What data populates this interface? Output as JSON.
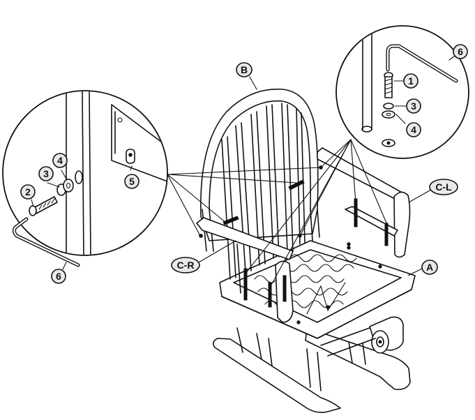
{
  "labels": {
    "seat": "A",
    "backrest": "B",
    "arm_left": "C-L",
    "arm_right": "C-R",
    "left_detail": {
      "bolt": "2",
      "lock_washer": "3",
      "flat_washer": "4",
      "barrel_nut": "5",
      "allen_key": "6"
    },
    "right_detail": {
      "bolt": "1",
      "lock_washer": "3",
      "flat_washer": "4",
      "allen_key": "6"
    }
  }
}
